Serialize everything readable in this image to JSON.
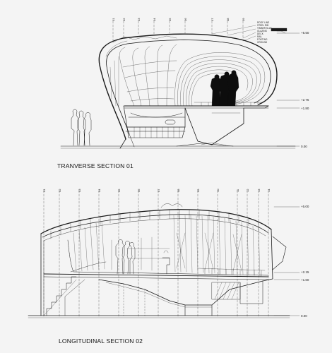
{
  "section_1": {
    "title": "TRANVERSE SECTION 01",
    "levels": [
      "+5.50",
      "+2.75",
      "+1.80",
      "0.00"
    ],
    "grid_labels": [
      "01",
      "02",
      "03",
      "04",
      "05",
      "06",
      "07",
      "08",
      "09"
    ],
    "notes": [
      "ROOF LINE",
      "STEEL RIB",
      "TIMBER SLAT",
      "GLAZING",
      "DECK",
      "RAIL",
      "FOOTING",
      "GROUND"
    ]
  },
  "section_2": {
    "title": "LONGITUDINAL SECTION 02",
    "levels": [
      "+5.00",
      "+2.15",
      "+1.60",
      "0.00"
    ],
    "grid_labels": [
      "01",
      "02",
      "03",
      "04",
      "05",
      "06",
      "07",
      "08",
      "09",
      "10",
      "11",
      "12",
      "13",
      "14"
    ]
  },
  "colors": {
    "ink": "#1a1a1a",
    "paper": "#f4f4f4",
    "figure": "#0d0d0d"
  }
}
